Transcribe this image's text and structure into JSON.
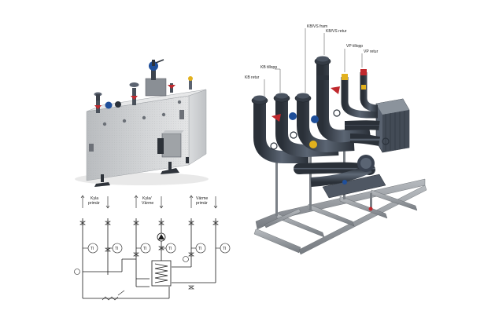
{
  "pipe_labels": {
    "kb_vs_fram": "KB/VS fram",
    "kb_vs_retur": "KB/VS retur",
    "vp_tillopp": "VP tillopp",
    "vp_retur": "VP retur",
    "kb_tillopp": "KB tillopp",
    "kb_retur": "KB retur"
  },
  "schematic": {
    "kyla_line1": "Kyla",
    "kyla_line2": "primär",
    "kyla_varme_line1": "Kyla/",
    "kyla_varme_line2": "Värme",
    "varme_line1": "Värme",
    "varme_line2": "primär",
    "sensor_label": "TI"
  },
  "colors": {
    "pipe_dark": "#3a4250",
    "frame_grey": "#8f949a",
    "valve_red": "#c0282d",
    "valve_blue": "#1f4f9a",
    "valve_yellow": "#e2b11d",
    "insulation": "#c9cbcd"
  }
}
